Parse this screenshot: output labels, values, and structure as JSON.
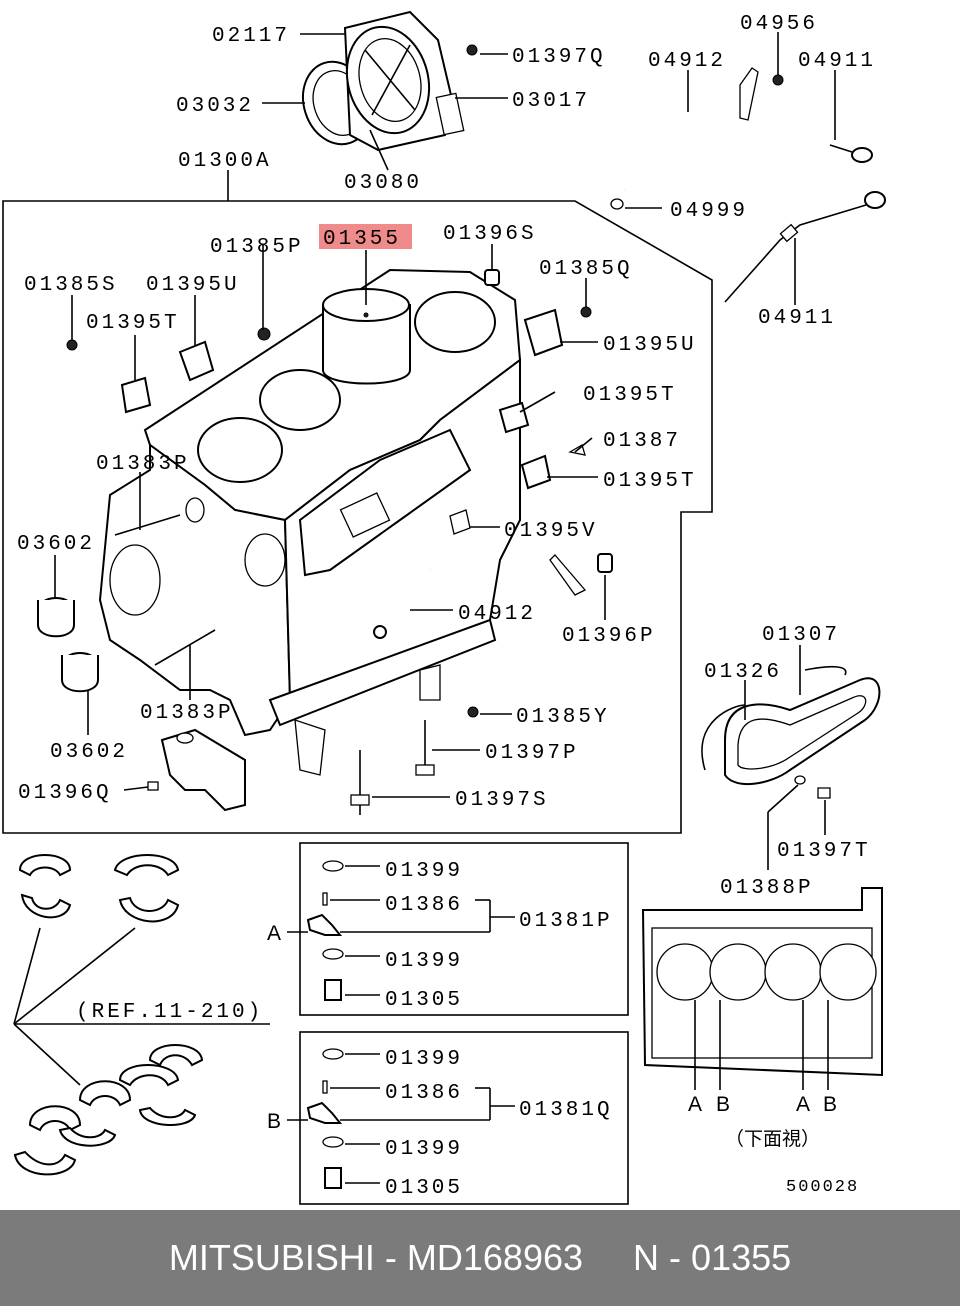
{
  "labels": {
    "l02117": "02117",
    "l03032": "03032",
    "l01397Q": "01397Q",
    "l03017": "03017",
    "l03080": "03080",
    "l01300A": "01300A",
    "l04956": "04956",
    "l04912a": "04912",
    "l04911a": "04911",
    "l04999": "04999",
    "l04911b": "04911",
    "l01355": "01355",
    "l01396S": "01396S",
    "l01385P": "01385P",
    "l01385S": "01385S",
    "l01395Ua": "01395U",
    "l01385Q": "01385Q",
    "l01395T1": "01395T",
    "l01395Ub": "01395U",
    "l01395T2": "01395T",
    "l01387": "01387",
    "l01383Pa": "01383P",
    "l01395T3": "01395T",
    "l03602a": "03602",
    "l01395V": "01395V",
    "l04912b": "04912",
    "l01396P": "01396P",
    "l01383Pb": "01383P",
    "l01385Y": "01385Y",
    "l03602b": "03602",
    "l01397P": "01397P",
    "l01396Q": "01396Q",
    "l01397S": "01397S",
    "l01307": "01307",
    "l01326": "01326",
    "l01397T": "01397T",
    "l01388P": "01388P",
    "ref": "(REF.11-210)",
    "boxA": {
      "letter": "A",
      "r1": "01399",
      "r2": "01386",
      "r3": "01399",
      "r4": "01305",
      "group": "01381P"
    },
    "boxB": {
      "letter": "B",
      "r1": "01399",
      "r2": "01386",
      "r3": "01399",
      "r4": "01305",
      "group": "01381Q"
    },
    "bottomView": "（下面視）",
    "bottomA1": "A",
    "bottomB1": "B",
    "bottomA2": "A",
    "bottomB2": "B",
    "figno": "500028"
  },
  "colors": {
    "highlight": "#f08b8b",
    "footer_bg": "#7b7b7b",
    "footer_text": "#ffffff"
  },
  "footer": {
    "brand": "MITSUBISHI",
    "sep": "-",
    "part_number": "MD168963",
    "ref_prefix": "N -",
    "ref_code": "01355"
  }
}
